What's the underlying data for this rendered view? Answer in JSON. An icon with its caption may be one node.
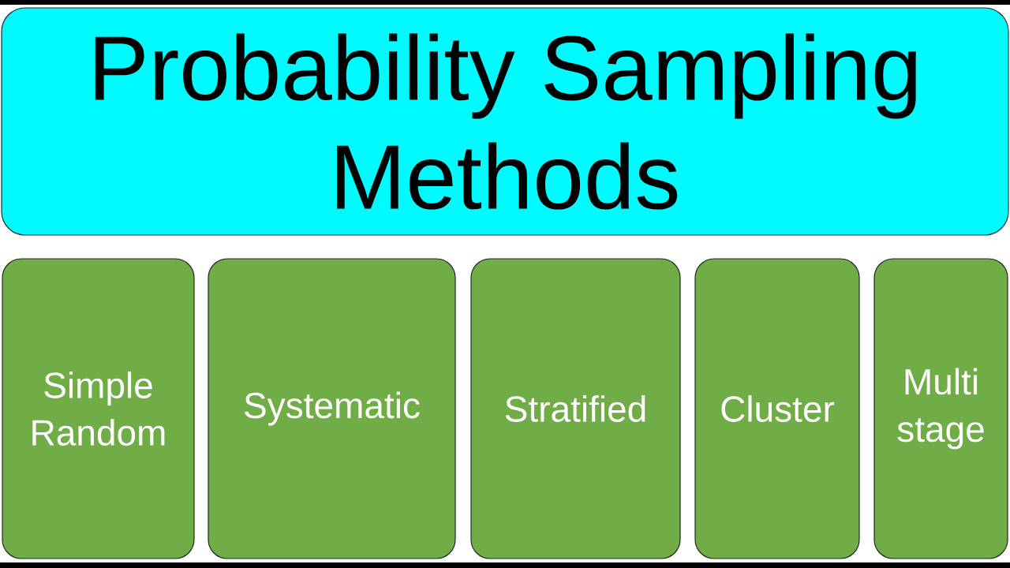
{
  "diagram": {
    "nodes": [
      {
        "text": [
          "Probability Sampling Methods"
        ]
      },
      {
        "text": [
          "Simple Random"
        ]
      },
      {
        "text": [
          "Systematic"
        ]
      },
      {
        "text": [
          "Stratified"
        ]
      },
      {
        "text": [
          "Cluster"
        ]
      },
      {
        "text": [
          "Multi stage"
        ]
      }
    ]
  }
}
